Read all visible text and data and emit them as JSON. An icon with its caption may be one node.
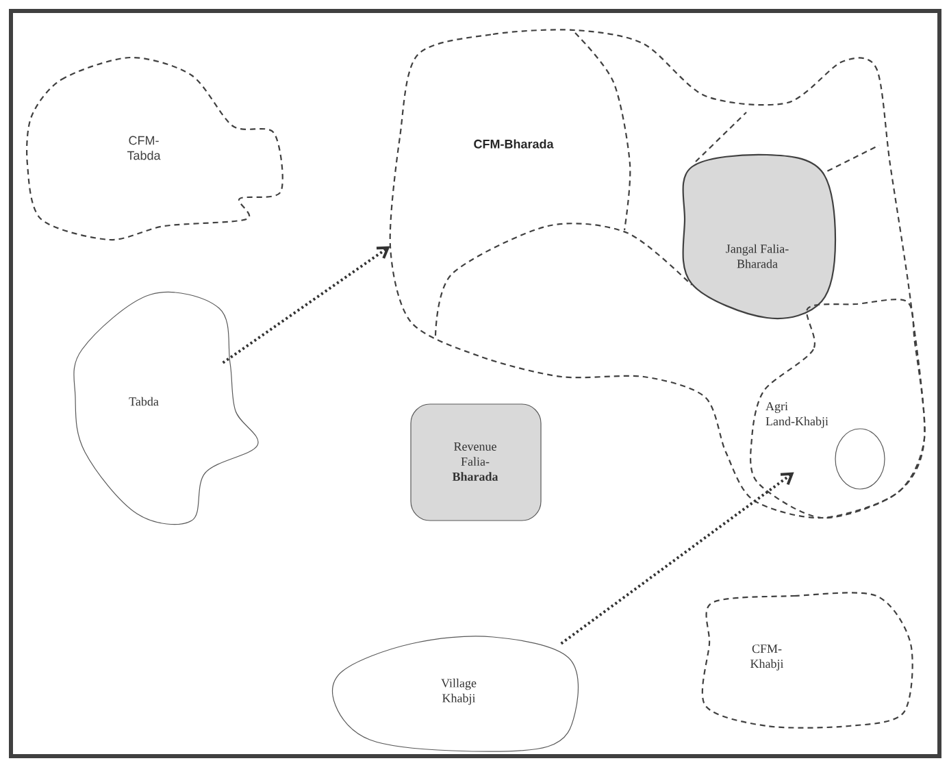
{
  "diagram": {
    "nodes": [
      {
        "text": [
          "CFM-Tabda"
        ]
      },
      {
        "text": [
          "CFM-Bharada"
        ]
      },
      {
        "text": [
          "Jangal Falia-Bharada"
        ],
        "in": 1
      },
      {
        "text": [
          "Tabda"
        ]
      },
      {
        "text": [
          "Revenue Falia-**Bharada**"
        ]
      },
      {
        "text": [
          "Agri Land-Khabji"
        ],
        "in": 1
      },
      {
        "text": [],
        "shape": "circle",
        "in": 5
      },
      {
        "text": [
          "Village Khabji"
        ]
      },
      {
        "text": [
          "CFM-Khabji"
        ]
      }
    ],
    "edges": [
      {
        "from": 3,
        "to": 1,
        "arrow": "to"
      },
      {
        "from": 7,
        "to": 5,
        "arrow": "to"
      }
    ]
  }
}
